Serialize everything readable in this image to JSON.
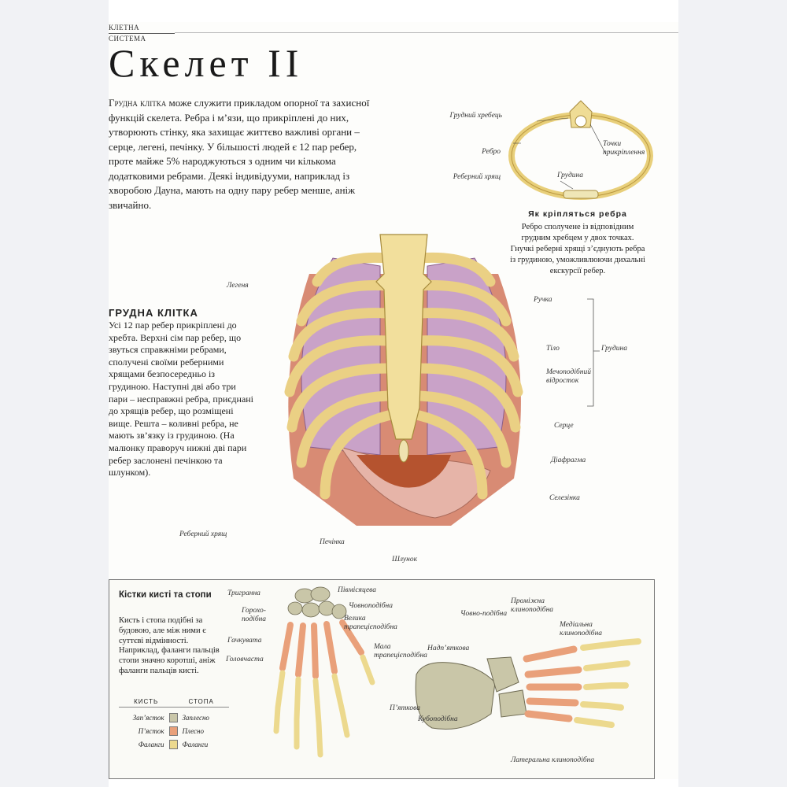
{
  "header": {
    "section": "КЛЕТНА СИСТЕМА"
  },
  "title": "Скелет II",
  "intro": {
    "lead": "Грудна клітка",
    "text": " може служити прикладом опорної та захисної функцій скелета. Ребра і м’язи, що прикріплені до них, утворюють стінку, яка захищає життєво важливі органи – серце, легені, печінку. У більшості людей є 12 пар ребер, проте майже 5% народжуються з одним чи кількома додатковими ребрами. Деякі індивідууми, наприклад із хворобою Дауна, мають на одну пару ребер менше, аніж звичайно."
  },
  "ribcage_section": {
    "heading": "ГРУДНА КЛІТКА",
    "text": "Усі 12 пар ребер прикріплені до хребта. Верхні сім пар ребер, що звуться справжніми ребрами, сполучені своїми реберними хрящами безпосередньо із грудиною. Наступні дві або три пари – несправжні ребра, приєднані до хрящів ребер, що розміщені вище. Решта – коливні ребра, не мають зв’язку із грудиною. (На малюнку праворуч нижні дві пари ребер заслонені печінкою та шлунком)."
  },
  "attachment": {
    "title": "Як кріпляться ребра",
    "text": "Ребро сполучене із відповідним грудним хребцем у двох точках. Гнучкі реберні хрящі з’єднують ребра із грудиною, уможливлюючи дихальні екскурсії ребер."
  },
  "cross_section_labels": {
    "vertebra": "Грудний хребець",
    "rib": "Ребро",
    "cartilage": "Реберний хрящ",
    "attach_points": "Точки прикріплення",
    "sternum": "Грудина"
  },
  "ribcage_labels": {
    "lung": "Легеня",
    "handle": "Ручка",
    "body": "Тіло",
    "xiphoid": "Мечоподібний відросток",
    "sternum": "Грудина",
    "heart": "Серце",
    "diaphragm": "Діафрагма",
    "spleen": "Селезінка",
    "cartilage": "Реберний хрящ",
    "liver": "Печінка",
    "stomach": "Шлунок"
  },
  "hand_foot": {
    "title": "Кістки кисті та стопи",
    "text": "Кисть і стопа подібні за будовою, але між ними є суттєві відмінності. Наприклад, фаланги пальців стопи значно коротші, аніж фаланги пальців кисті.",
    "legend": {
      "col1": "КИСТЬ",
      "col2": "СТОПА",
      "rows": [
        {
          "hand": "Зап’ясток",
          "foot": "Заплесно",
          "color": "#c9c6a8"
        },
        {
          "hand": "П’ясток",
          "foot": "Плесно",
          "color": "#e9a07a"
        },
        {
          "hand": "Фаланги",
          "foot": "Фаланги",
          "color": "#ecd98e"
        }
      ]
    },
    "hand_labels": {
      "triquetral": "Тригранна",
      "pisiform": "Горохо-подібна",
      "hamate": "Гачкувата",
      "capitate": "Головчаста",
      "lunate": "Півмісяцева",
      "scaphoid": "Човноподібна",
      "trapezium": "Велика трапецієподібна",
      "trapezoid": "Мала трапецієподібна"
    },
    "foot_labels": {
      "navicular": "Човно-подібна",
      "medial_cuneiform_prox": "Проміжна клиноподібна",
      "medial_cuneiform": "Медіальна клиноподібна",
      "talus": "Надп’яткова",
      "calcaneus": "П’яткова",
      "cuboid": "Кубоподібна",
      "lateral_cuneiform": "Латеральна клиноподібна"
    }
  }
}
